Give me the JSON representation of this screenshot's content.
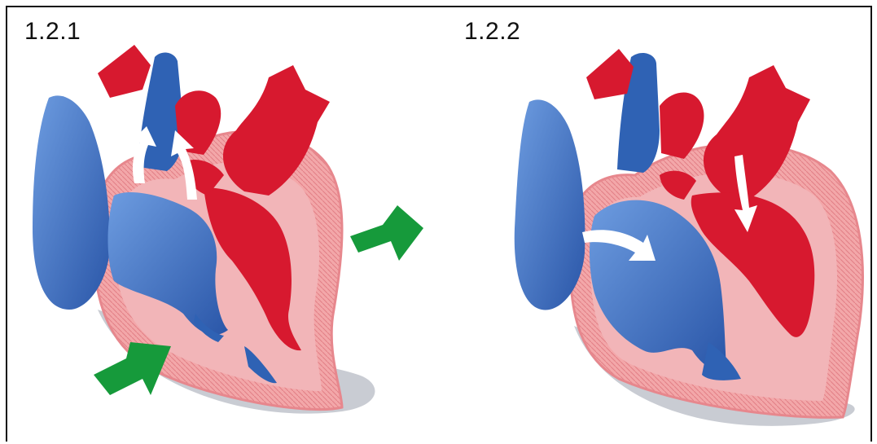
{
  "panels": [
    {
      "label": "1.2.1"
    },
    {
      "label": "1.2.2"
    }
  ],
  "colors": {
    "oxygenated": "#d7192f",
    "deoxygenated": "#2f62b4",
    "deoxygenated_light": "#5a8fd6",
    "muscle": "#f2a3a3",
    "muscle_dark": "#e77c80",
    "outer_wall": "#e8c9cf",
    "shadow": "#c9ccd3",
    "contraction_arrow": "#169a3b",
    "flow_arrow": "#ffffff"
  },
  "icons": [
    "heart-cross-section",
    "contraction-arrow",
    "blood-flow-arrow"
  ]
}
